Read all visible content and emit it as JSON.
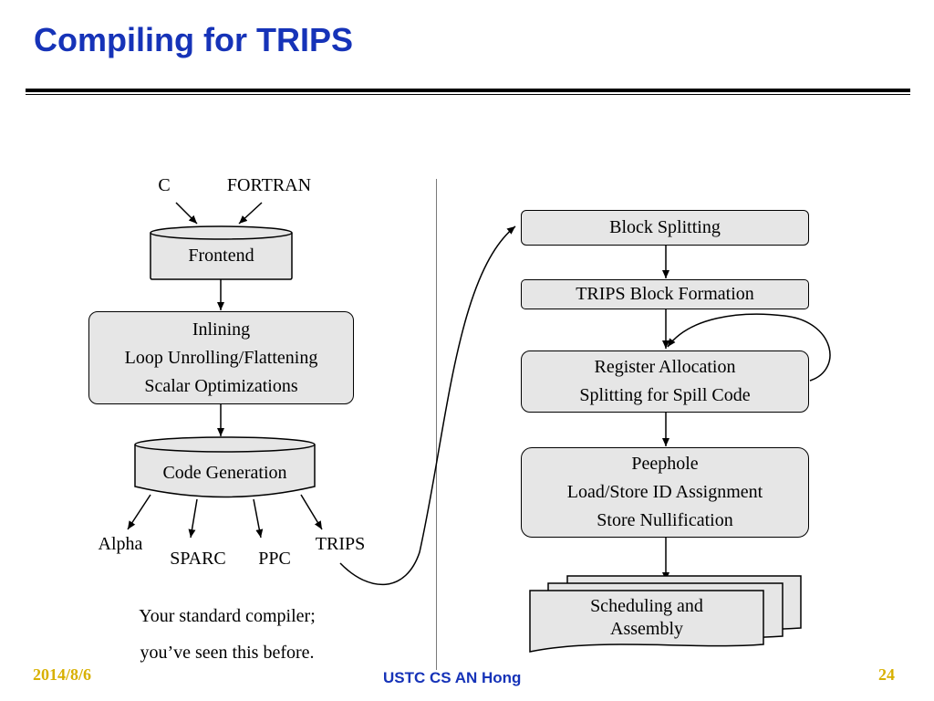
{
  "slide": {
    "title": "Compiling for TRIPS",
    "footer_date": "2014/8/6",
    "footer_center": "USTC CS AN Hong",
    "page_number": "24"
  },
  "left_flow": {
    "inputs": [
      "C",
      "FORTRAN"
    ],
    "frontend": "Frontend",
    "optimizations": [
      "Inlining",
      "Loop Unrolling/Flattening",
      "Scalar Optimizations"
    ],
    "codegen": "Code Generation",
    "targets": [
      "Alpha",
      "SPARC",
      "PPC",
      "TRIPS"
    ],
    "caption": [
      "Your standard compiler;",
      "you’ve seen this before."
    ]
  },
  "right_flow": {
    "block_splitting": "Block Splitting",
    "block_formation": "TRIPS Block Formation",
    "register_allocation": [
      "Register Allocation",
      "Splitting for Spill Code"
    ],
    "peephole": [
      "Peephole",
      "Load/Store ID Assignment",
      "Store Nullification"
    ],
    "scheduling": [
      "Scheduling and",
      "Assembly"
    ]
  },
  "colors": {
    "title": "#1633b8",
    "footer_accent": "#d8b000",
    "box_fill": "#e6e6e6"
  }
}
